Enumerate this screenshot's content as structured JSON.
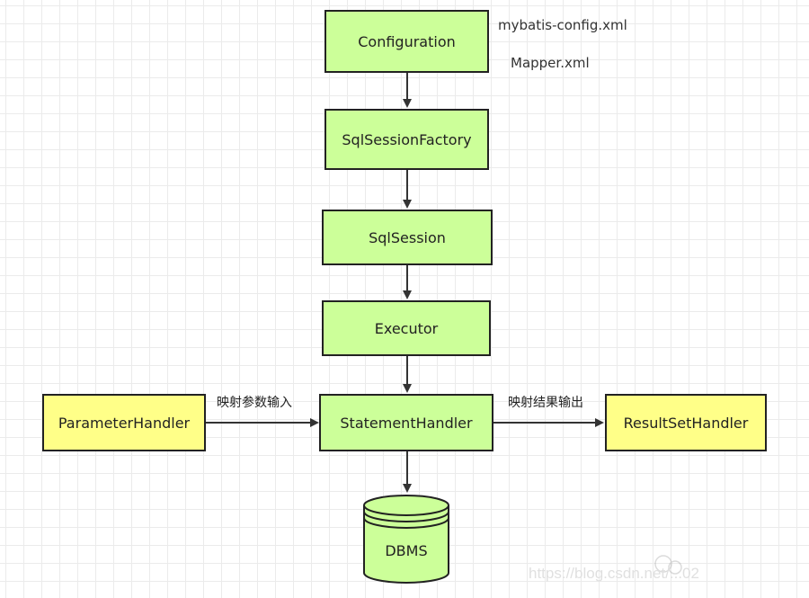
{
  "nodes": {
    "configuration": "Configuration",
    "sql_session_factory": "SqlSessionFactory",
    "sql_session": "SqlSession",
    "executor": "Executor",
    "statement_handler": "StatementHandler",
    "parameter_handler": "ParameterHandler",
    "result_set_handler": "ResultSetHandler",
    "dbms": "DBMS"
  },
  "notes": {
    "config_file": "mybatis-config.xml",
    "mapper_file": "Mapper.xml"
  },
  "edge_labels": {
    "param_mapping": "映射参数输入",
    "result_mapping": "映射结果输出"
  },
  "watermark": "https://blog.csdn.net/...02",
  "colors": {
    "core_fill": "#ccff99",
    "handler_fill": "#ffff88",
    "stroke": "#222222"
  }
}
